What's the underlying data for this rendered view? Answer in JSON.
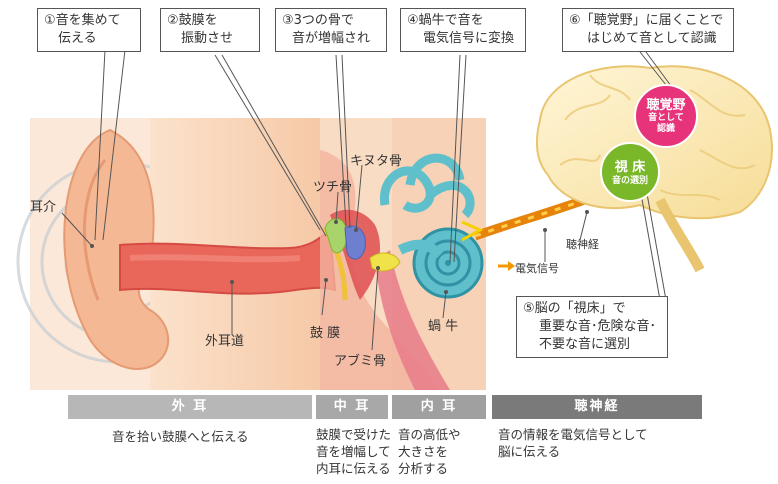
{
  "callouts": {
    "c1": [
      "①音を集めて",
      "伝える"
    ],
    "c2": [
      "②鼓膜を",
      "振動させ"
    ],
    "c3": [
      "③3つの骨で",
      "音が増幅され"
    ],
    "c4": [
      "④蝸牛で音を",
      "電気信号に変換"
    ],
    "c5": [
      "⑤脳の「視床」で",
      "重要な音･危険な音･",
      "不要な音に選別"
    ],
    "c6": [
      "⑥「聴覚野」に届くことで",
      "はじめて音として認識"
    ]
  },
  "labels": {
    "pinna": "耳介",
    "canal": "外耳道",
    "eardrum": "鼓 膜",
    "malleus": "ツチ骨",
    "incus": "キヌタ骨",
    "stapes": "アブミ骨",
    "cochlea": "蝸 牛",
    "signal": "電気信号",
    "nerve": "聴神経"
  },
  "brain": {
    "auditory_title": "聴覚野",
    "auditory_sub": [
      "音として",
      "認識"
    ],
    "thalamus_title": "視 床",
    "thalamus_sub": "音の選別"
  },
  "sections": [
    {
      "name": "外 耳",
      "desc": [
        "音を拾い鼓膜へと伝える"
      ]
    },
    {
      "name": "中 耳",
      "desc": [
        "鼓膜で受けた",
        "音を増幅して",
        "内耳に伝える"
      ]
    },
    {
      "name": "内 耳",
      "desc": [
        "音の高低や",
        "大きさを",
        "分析する"
      ]
    },
    {
      "name": "聴神経",
      "desc": [
        "音の情報を電気信号として",
        "脳に伝える"
      ]
    }
  ],
  "colors": {
    "outer_bar": "#b7b7b7",
    "middle_bar": "#a8a8a8",
    "inner_bar": "#a0a0a0",
    "nerve_bar": "#7a7a7a",
    "auditory": "#e6337a",
    "thalamus": "#7ab829",
    "signal": "#f39800",
    "cochlea": "#4cb3c2"
  }
}
